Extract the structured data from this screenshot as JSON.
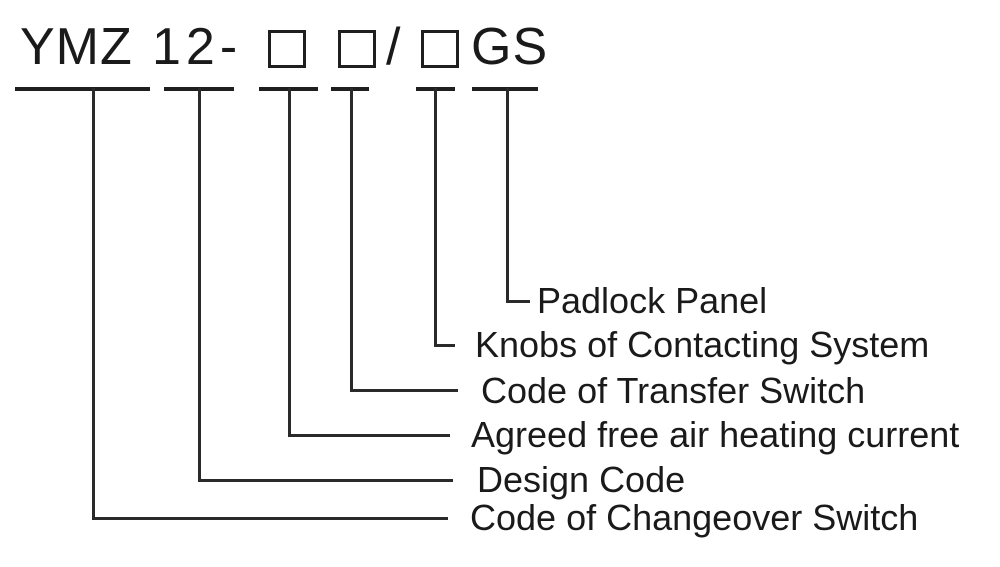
{
  "model_code": {
    "prefix": "YMZ",
    "design_number": "12-",
    "separator": "/",
    "suffix": "GS",
    "placeholder_symbol": "□"
  },
  "labels": [
    {
      "text": "Padlock Panel"
    },
    {
      "text": "Knobs of Contacting System"
    },
    {
      "text": "Code of Transfer Switch"
    },
    {
      "text": "Agreed free air heating current"
    },
    {
      "text": "Design Code"
    },
    {
      "text": "Code of Changeover Switch"
    }
  ],
  "colors": {
    "ink": "#1a1a1a",
    "line": "#2a2a2a",
    "background": "#ffffff"
  }
}
